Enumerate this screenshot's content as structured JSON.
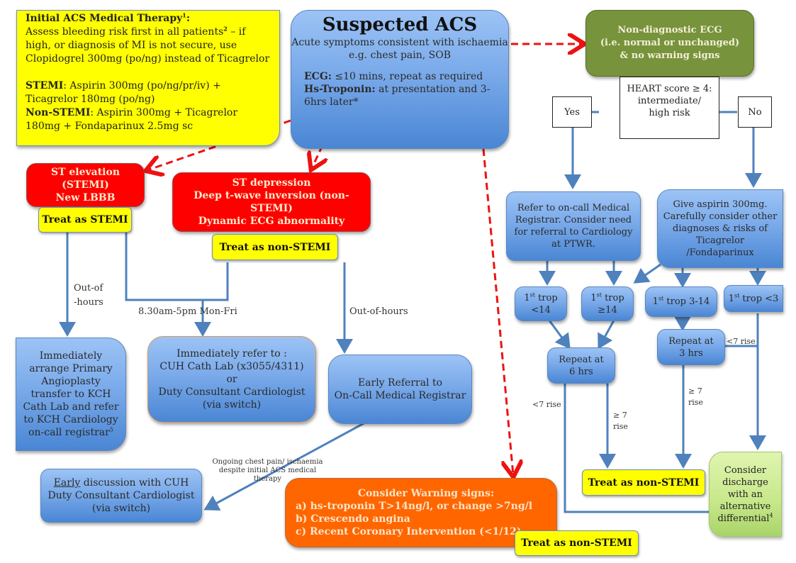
{
  "therapy_box": {
    "title": "Initial ACS Medical Therapy",
    "title_sup": "1",
    "title_suffix": ":",
    "bleeding_1": "Assess bleeding risk first in all patients",
    "bleeding_sup": "2",
    "bleeding_2": " – if high, or diagnosis of MI is not secure, use Clopidogrel 300mg (po/ng) instead of Ticagrelor",
    "stemi_label": "STEMI",
    "stemi_text": ": Aspirin 300mg (po/ng/pr/iv) + Ticagrelor 180mg (po/ng)",
    "nstemi_label": "Non-STEMI",
    "nstemi_text": ": Aspirin 300mg  + Ticagrelor 180mg + Fondaparinux 2.5mg sc"
  },
  "suspected_acs": {
    "title": "Suspected ACS",
    "subtitle_1": "Acute symptoms consistent with ischaemia",
    "subtitle_2": "e.g. chest pain, SOB",
    "ecg_label": "ECG:",
    "ecg_text": " ≤10 mins, repeat as required",
    "trop_label": "Hs-Troponin:",
    "trop_text": " at presentation and 3-6hrs later*"
  },
  "non_diagnostic_ecg": {
    "line_1": "Non-diagnostic ECG",
    "line_2": "(i.e. normal or unchanged)",
    "line_3": "& no warning signs"
  },
  "heart_score": {
    "line_1": "HEART score ≥ 4:",
    "line_2": "intermediate/",
    "line_3": "high risk",
    "yes": "Yes",
    "no": "No"
  },
  "stemi_box": {
    "line_1": "ST elevation (STEMI)",
    "line_2": "New LBBB",
    "treat": "Treat as STEMI"
  },
  "nstemi_box": {
    "line_1": "ST depression",
    "line_2": "Deep t-wave inversion (non-STEMI)",
    "line_3": "Dynamic ECG abnormality",
    "treat": "Treat as non-STEMI"
  },
  "labels": {
    "out_of_hours_1a": "Out-of",
    "out_of_hours_1b": "-hours",
    "office_hours": "8.30am-5pm Mon-Fri",
    "out_of_hours_2": "Out-of-hours",
    "ongoing_1": "Ongoing chest pain/ ischaemia",
    "ongoing_2": "despite initial ACS medical",
    "ongoing_3": "therapy",
    "lt7_rise_a": "<7 rise",
    "ge7_rise_a1": "≥ 7",
    "ge7_rise_a2": "rise",
    "ge7_rise_b1": "≥ 7",
    "ge7_rise_b2": "rise",
    "lt7_rise_b": "<7 rise"
  },
  "primary_angioplasty": {
    "lines": [
      "Immediately",
      "arrange Primary",
      "Angioplasty",
      "transfer to KCH",
      "Cath Lab and refer",
      "to KCH Cardiology",
      "on-call registrar"
    ],
    "sup": "5"
  },
  "cath_lab": {
    "lines": [
      "Immediately refer to :",
      "CUH Cath Lab (x3055/4311)",
      "or",
      "Duty Consultant Cardiologist",
      "(via switch)"
    ]
  },
  "early_referral": {
    "lines": [
      "Early Referral to",
      "On-Call Medical Registrar"
    ]
  },
  "early_discussion": {
    "underline": "Early",
    "line_1_rest": " discussion with CUH",
    "line_2": "Duty Consultant Cardiologist",
    "line_3": "(via switch)"
  },
  "warning_signs": {
    "title": "Consider Warning signs:",
    "items": [
      "a) hs-troponin T>14ng/l, or change >7ng/l",
      "b) Crescendo angina",
      "c) Recent Coronary Intervention (<1/12)"
    ],
    "treat": "Treat as non-STEMI"
  },
  "refer_registrar": {
    "lines": [
      "Refer to on-call Medical",
      "Registrar. Consider need",
      "for referral to Cardiology",
      "at PTWR."
    ]
  },
  "give_aspirin": {
    "lines": [
      "Give aspirin 300mg.",
      "Carefully consider other",
      "diagnoses & risks of",
      "Ticagrelor",
      "/Fondaparinux"
    ]
  },
  "trop_boxes": [
    {
      "sup": "st",
      "line_1": " trop",
      "line_2": "<14"
    },
    {
      "sup": "st",
      "line_1": " trop",
      "line_2": "≥14"
    },
    {
      "sup": "st",
      "line_1": " trop 3-14",
      "line_2": ""
    },
    {
      "sup": "st",
      "line_1": " trop <3",
      "line_2": ""
    }
  ],
  "repeat_6": {
    "line_1": "Repeat at",
    "line_2": "6 hrs"
  },
  "repeat_3": {
    "line_1": "Repeat at",
    "line_2": "3 hrs"
  },
  "treat_nstemi_right": "Treat as non-STEMI",
  "discharge": {
    "lines": [
      "Consider",
      "discharge",
      "with an",
      "alternative",
      "differential"
    ],
    "sup": "4"
  },
  "colors": {
    "blue_line": "#4f81bd",
    "red_dash": "#ee1111",
    "yellow": "#ffff00",
    "red_box": "#ff0000",
    "green_box": "#77933c",
    "orange_box": "#ff6600"
  }
}
